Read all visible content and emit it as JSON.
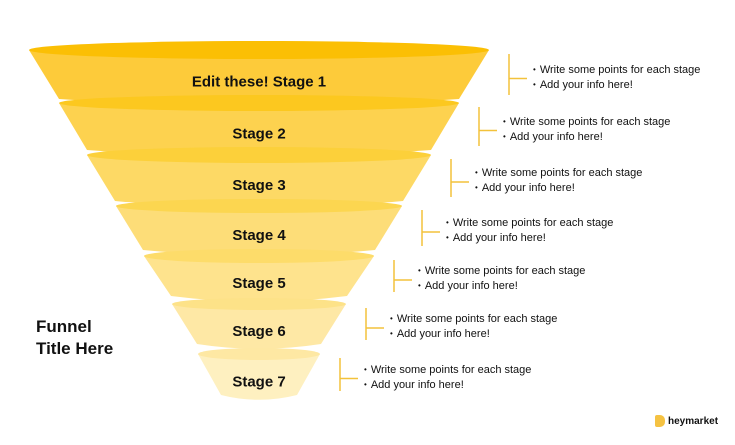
{
  "title": {
    "line1": "Funnel",
    "line2": "Title Here"
  },
  "brand": {
    "name": "heymarket",
    "color": "#f5c242"
  },
  "colors": {
    "tops": [
      "#fbbf04",
      "#fcc81f",
      "#fcd03a",
      "#fcd650",
      "#fddc6a",
      "#fde288",
      "#fee8a3"
    ],
    "bodies": [
      "#fdcb3a",
      "#fdd24f",
      "#fdd965",
      "#fddd78",
      "#fee38d",
      "#fee8a5",
      "#fef0c0"
    ],
    "bracket": "#f3c23b"
  },
  "stages": [
    {
      "label": "Edit these! Stage 1",
      "points": [
        "Write some points for each stage",
        "Add your info here!"
      ]
    },
    {
      "label": "Stage 2",
      "points": [
        "Write some points for each stage",
        "Add your info here!"
      ]
    },
    {
      "label": "Stage 3",
      "points": [
        "Write some points for each stage",
        "Add your info here!"
      ]
    },
    {
      "label": "Stage 4",
      "points": [
        "Write some points for each stage",
        "Add your info here!"
      ]
    },
    {
      "label": "Stage 5",
      "points": [
        "Write some points for each stage",
        "Add your info here!"
      ]
    },
    {
      "label": "Stage 6",
      "points": [
        "Write some points for each stage",
        "Add your info here!"
      ]
    },
    {
      "label": "Stage 7",
      "points": [
        "Write some points for each stage",
        "Add your info here!"
      ]
    }
  ]
}
